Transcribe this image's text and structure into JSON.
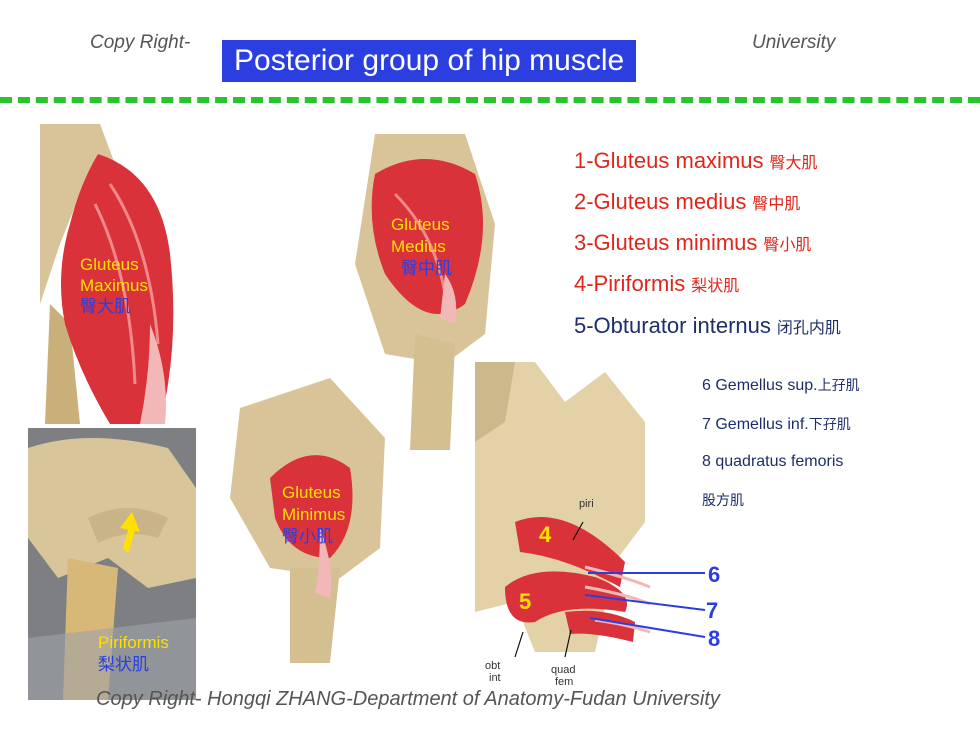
{
  "header": {
    "copyright_left": "Copy Right-",
    "copyright_right": "University",
    "title": "Posterior group of hip muscle"
  },
  "legend": [
    {
      "text": "1-Gluteus maximus",
      "cn": "臀大肌",
      "color": "#e0261b"
    },
    {
      "text": "2-Gluteus medius",
      "cn": "臀中肌",
      "color": "#e0261b"
    },
    {
      "text": "3-Gluteus minimus",
      "cn": "臀小肌",
      "color": "#e0261b"
    },
    {
      "text": "4-Piriformis",
      "cn": "梨状肌",
      "color": "#e0261b"
    },
    {
      "text": "5-Obturator internus",
      "cn": "闭孔内肌",
      "color": "#1d2e6a"
    }
  ],
  "side_list": [
    {
      "text": "6 Gemellus sup.",
      "cn": "上孖肌"
    },
    {
      "text": "7 Gemellus inf.",
      "cn": "下孖肌"
    },
    {
      "text": "8 quadratus femoris",
      "cn": ""
    },
    {
      "text": "",
      "cn": "股方肌"
    }
  ],
  "figures": {
    "maximus": {
      "en1": "Gluteus",
      "en2": "Maximus",
      "cn": "臀大肌"
    },
    "medius": {
      "en1": "Gluteus",
      "en2": "Medius",
      "cn": "臀中肌"
    },
    "minimus": {
      "en1": "Gluteus",
      "en2": "Minimus",
      "cn": "臀小肌"
    },
    "piriformis": {
      "en": "Piriformis",
      "cn": "梨状肌"
    },
    "deep": {
      "n4": "4",
      "n5": "5",
      "n6": "6",
      "n7": "7",
      "n8": "8",
      "piri": "piri",
      "obt1": "obt",
      "obt2": "int",
      "quad1": "quad",
      "quad2": "fem"
    }
  },
  "footer": {
    "copyright": "Copy Right- Hongqi ZHANG-Department of Anatomy-Fudan University"
  },
  "colors": {
    "title_bg": "#2b3fe0",
    "dash": "#27c42c",
    "red": "#e0261b",
    "navy": "#1d2e6a",
    "yellow": "#ffe000",
    "muscle": "#d9323a",
    "bone": "#d9c49a"
  }
}
